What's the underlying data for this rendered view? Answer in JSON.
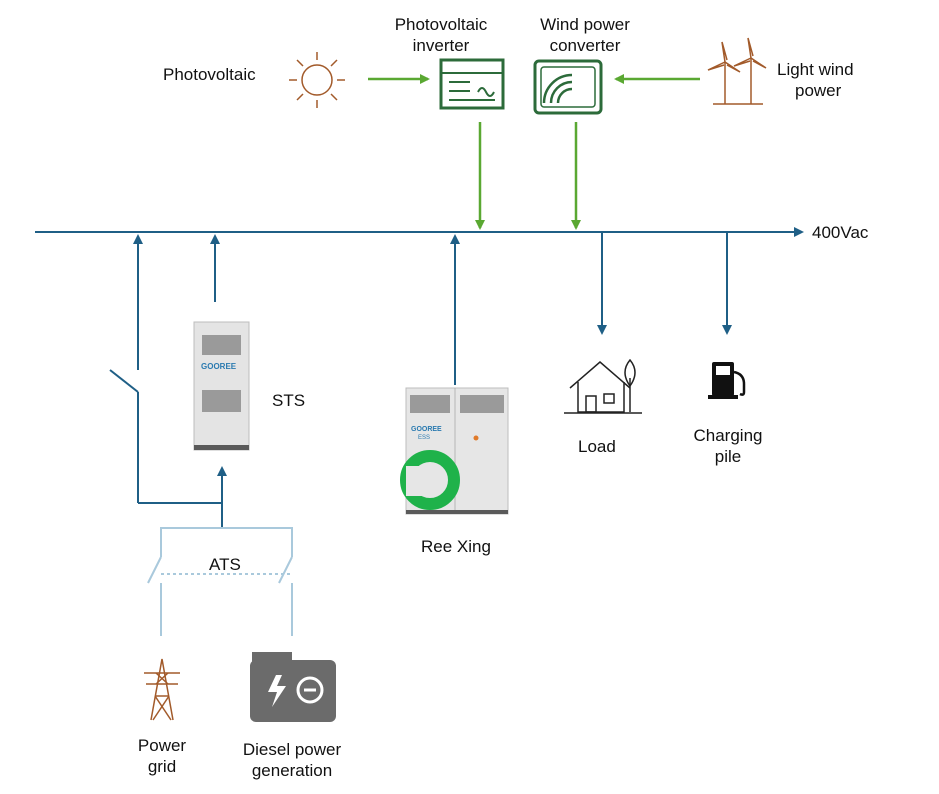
{
  "labels": {
    "photovoltaic": "Photovoltaic",
    "pv_inverter": [
      "Photovoltaic",
      "inverter"
    ],
    "wind_converter": [
      "Wind power",
      "converter"
    ],
    "light_wind": [
      "Light wind",
      "power"
    ],
    "bus_voltage": "400Vac",
    "sts": "STS",
    "ats": "ATS",
    "ree_xing": "Ree Xing",
    "load": "Load",
    "charging_pile": [
      "Charging",
      "pile"
    ],
    "power_grid": [
      "Power",
      "grid"
    ],
    "diesel": [
      "Diesel power",
      "generation"
    ]
  },
  "cabinet_text": {
    "sts_brand": "GOOREE",
    "ree_brand": "GOOREE",
    "ree_sub": "ESS"
  },
  "colors": {
    "bus": "#1f5f86",
    "renewable_flow": "#5aa832",
    "inverter_icon": "#2c6b3a",
    "source_icon": "#a25a2a",
    "ats_line": "#a9c9dc",
    "generator": "#6b6b6b",
    "cabinet": "#e4e4e4",
    "accent_ring": "#1fb24a"
  },
  "icons": {
    "photovoltaic": "sun-icon",
    "pv_inverter": "inverter-icon",
    "wind_converter": "wind-converter-icon",
    "light_wind": "wind-turbine-icon",
    "load": "house-icon",
    "charging_pile": "fuel-pump-icon",
    "power_grid": "transmission-tower-icon",
    "diesel": "generator-icon"
  }
}
